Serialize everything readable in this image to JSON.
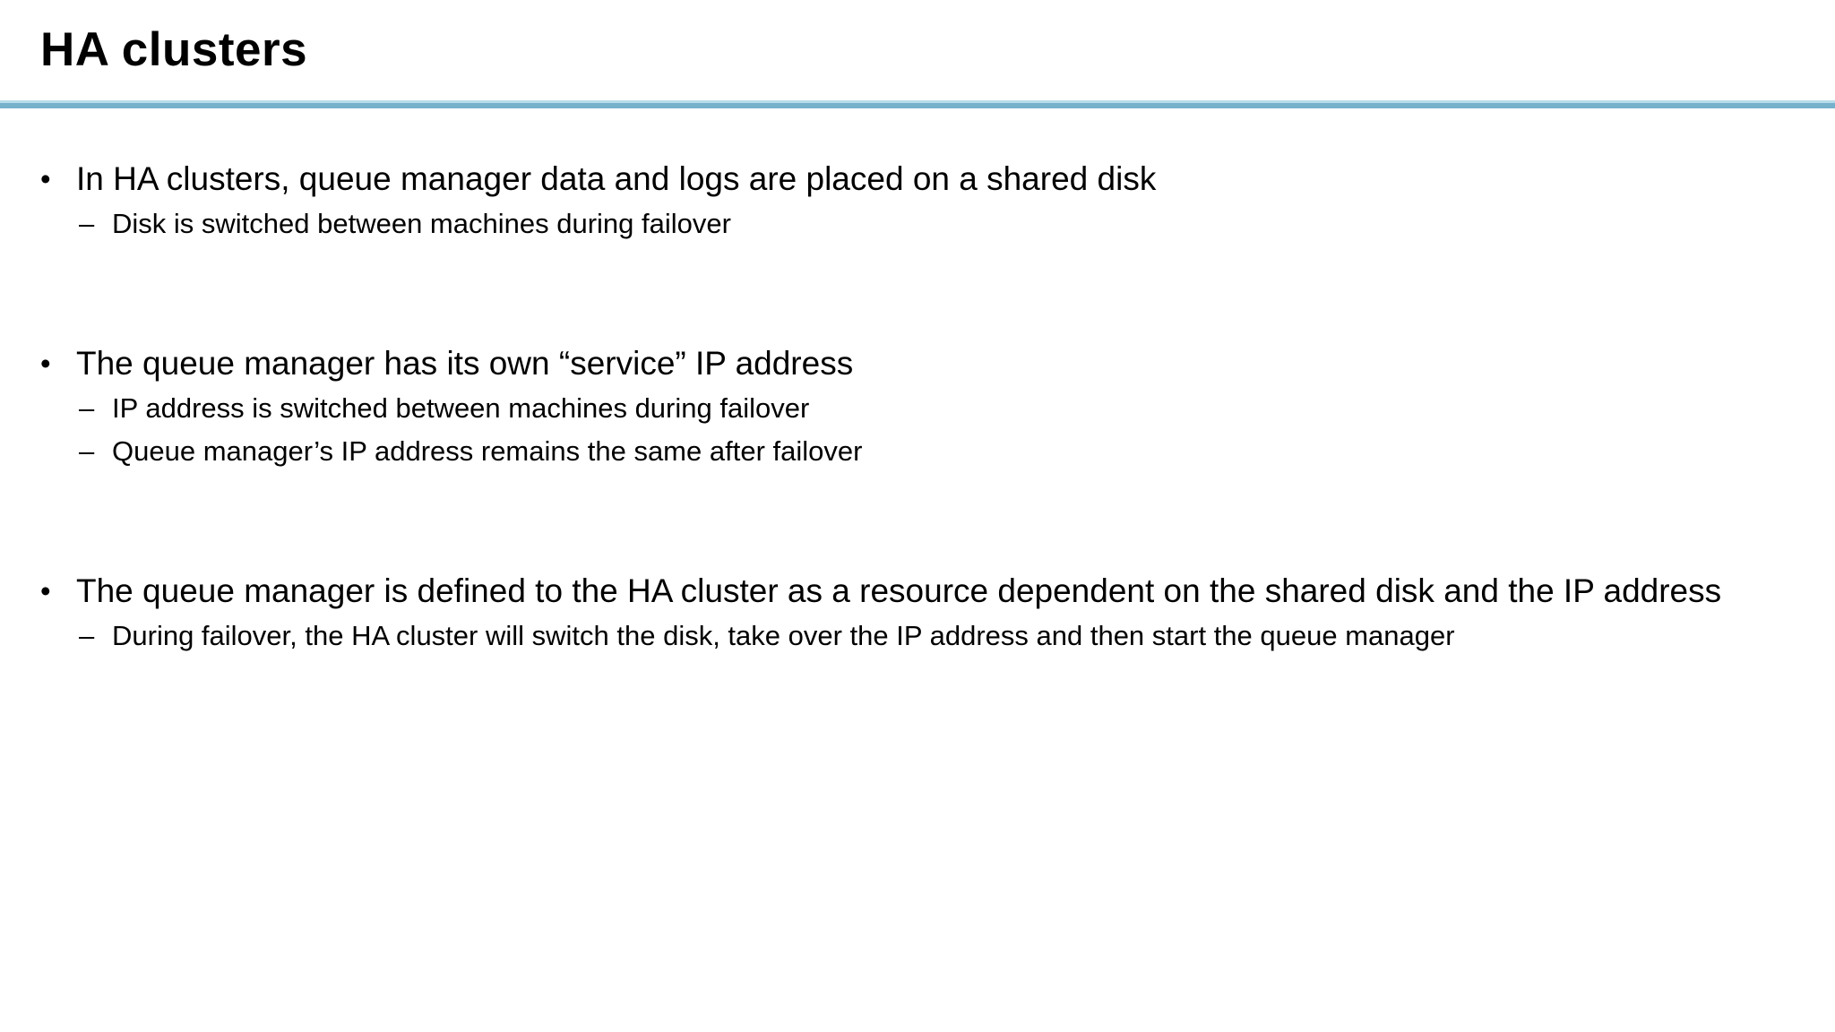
{
  "slide": {
    "title": "HA clusters",
    "markers": {
      "level1": "•",
      "level2": "–"
    },
    "bullets": [
      {
        "text": "In HA clusters, queue manager data and logs are placed on a shared disk",
        "subs": [
          "Disk is switched between machines during failover"
        ]
      },
      {
        "text": "The queue manager has its own “service” IP address",
        "subs": [
          "IP address is switched between machines during failover",
          "Queue manager’s IP address remains the same after failover"
        ]
      },
      {
        "text": "The queue manager is defined to the HA cluster as a resource dependent on the shared disk and the IP address",
        "subs": [
          "During failover, the HA cluster will switch the disk, take over the IP address and then start the queue manager"
        ]
      }
    ]
  },
  "colors": {
    "accent-light": "#b8dbe9",
    "accent-dark": "#76b1cc",
    "text-color": "#000000",
    "bg-color": "#ffffff"
  }
}
